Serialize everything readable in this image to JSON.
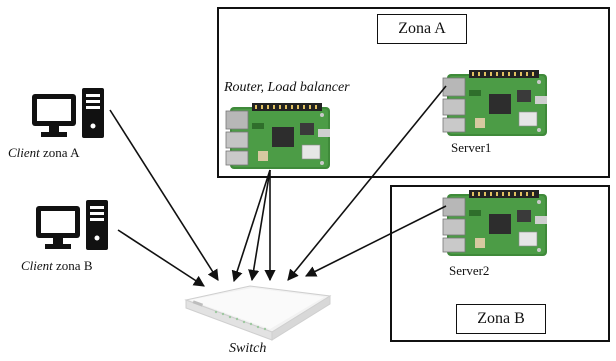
{
  "zones": {
    "a": {
      "label": "Zona A"
    },
    "b": {
      "label": "Zona B"
    }
  },
  "nodes": {
    "router": {
      "caption": "Router, Load balancer"
    },
    "server1": {
      "caption": "Server1"
    },
    "server2": {
      "caption": "Server2"
    },
    "client_a": {
      "caption_italic": "Client",
      "caption_rest": " zona A"
    },
    "client_b": {
      "caption_italic": "Client",
      "caption_rest": " zona B"
    },
    "switch": {
      "caption": "Switch"
    }
  },
  "icons": {
    "client": "desktop-computer-icon",
    "board": "raspberry-pi-board-icon",
    "switch": "network-switch-icon"
  }
}
